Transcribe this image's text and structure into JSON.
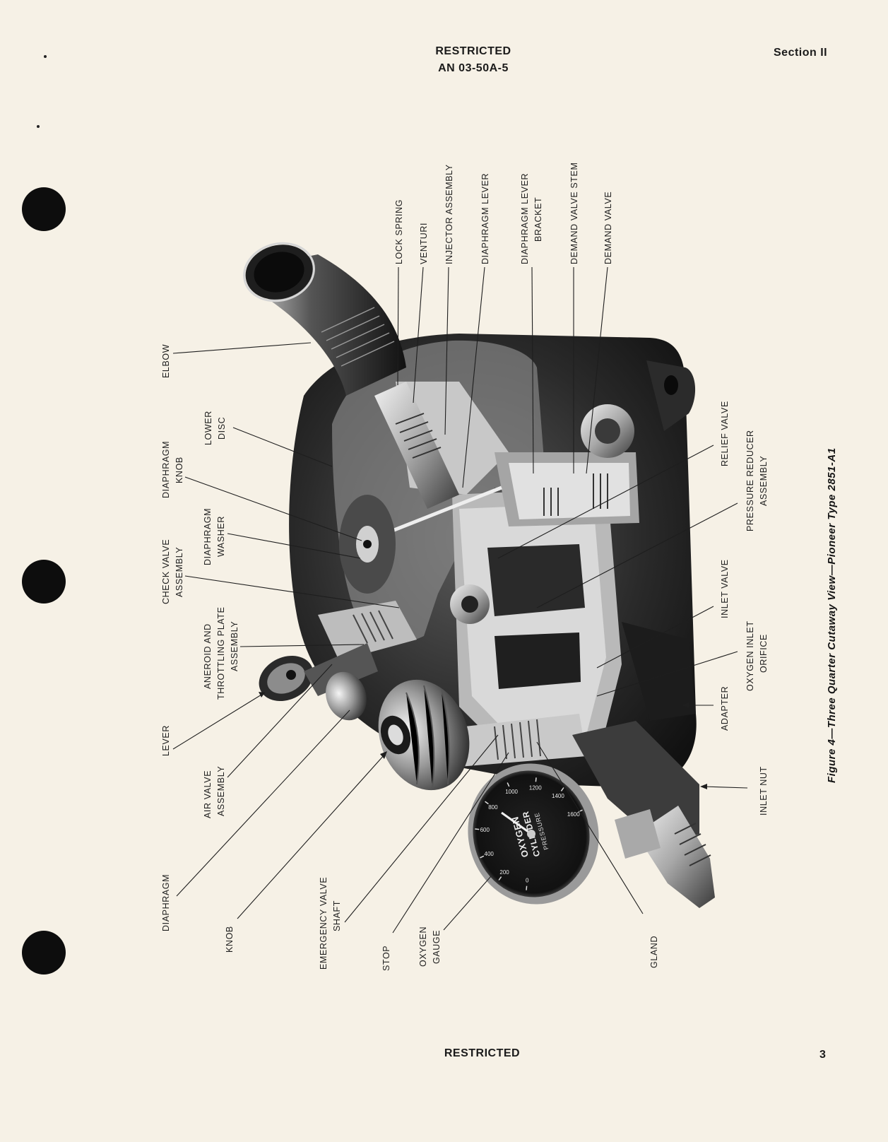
{
  "header": {
    "classification": "RESTRICTED",
    "doc_number": "AN 03-50A-5",
    "section": "Section II"
  },
  "footer": {
    "classification": "RESTRICTED",
    "page_number": "3"
  },
  "figure": {
    "caption": "Figure 4—Three Quarter Cutaway View—Pioneer Type 2851-A1",
    "labels": {
      "lock_spring": "LOCK SPRING",
      "venturi": "VENTURI",
      "injector_assembly": "INJECTOR ASSEMBLY",
      "diaphragm_lever": "DIAPHRAGM LEVER",
      "diaphragm_lever_bracket_1": "DIAPHRAGM LEVER",
      "diaphragm_lever_bracket_2": "BRACKET",
      "demand_valve_stem": "DEMAND VALVE STEM",
      "demand_valve": "DEMAND VALVE",
      "elbow": "ELBOW",
      "lower_disc_1": "LOWER",
      "lower_disc_2": "DISC",
      "diaphragm_knob_1": "DIAPHRAGM",
      "diaphragm_knob_2": "KNOB",
      "diaphragm_washer_1": "DIAPHRAGM",
      "diaphragm_washer_2": "WASHER",
      "check_valve_1": "CHECK VALVE",
      "check_valve_2": "ASSEMBLY",
      "aneroid_1": "ANEROID AND",
      "aneroid_2": "THROTTLING PLATE",
      "aneroid_3": "ASSEMBLY",
      "lever": "LEVER",
      "air_valve_1": "AIR VALVE",
      "air_valve_2": "ASSEMBLY",
      "diaphragm": "DIAPHRAGM",
      "knob": "KNOB",
      "emergency_1": "EMERGENCY VALVE",
      "emergency_2": "SHAFT",
      "stop": "STOP",
      "oxygen_gauge_1": "OXYGEN",
      "oxygen_gauge_2": "GAUGE",
      "gland": "GLAND",
      "relief_valve": "RELIEF VALVE",
      "pressure_reducer_1": "PRESSURE REDUCER",
      "pressure_reducer_2": "ASSEMBLY",
      "inlet_valve": "INLET VALVE",
      "oxygen_inlet_1": "OXYGEN INLET",
      "oxygen_inlet_2": "ORIFICE",
      "adapter": "ADAPTER",
      "inlet_nut": "INLET NUT"
    },
    "gauge_face": {
      "line1": "OXYGEN",
      "line2": "CYLINDER",
      "line3": "PRESSURE",
      "scale": [
        "0",
        "200",
        "400",
        "600",
        "800",
        "1000",
        "1200",
        "1400",
        "1600"
      ]
    }
  }
}
